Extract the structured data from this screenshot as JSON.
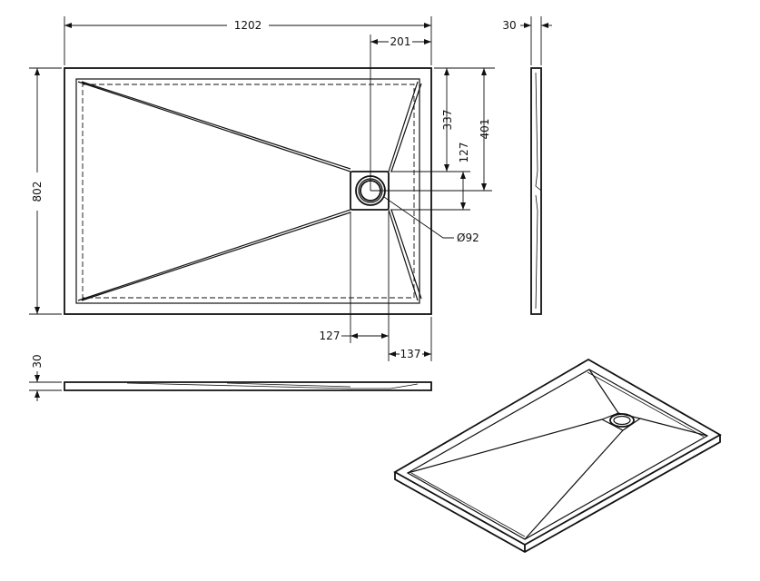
{
  "drawing": {
    "dimensions": {
      "overall_length": "1202",
      "overall_width": "802",
      "drain_offset_x": "201",
      "drain_offset_y": "337",
      "drain_center_y": "401",
      "drain_square": "127",
      "drain_diameter": "Ø92",
      "drain_square_bottom": "127",
      "drain_edge_offset": "137",
      "side_thickness": "30",
      "front_thickness": "30"
    },
    "views": [
      "top-view",
      "side-view",
      "front-view",
      "isometric-view"
    ]
  }
}
